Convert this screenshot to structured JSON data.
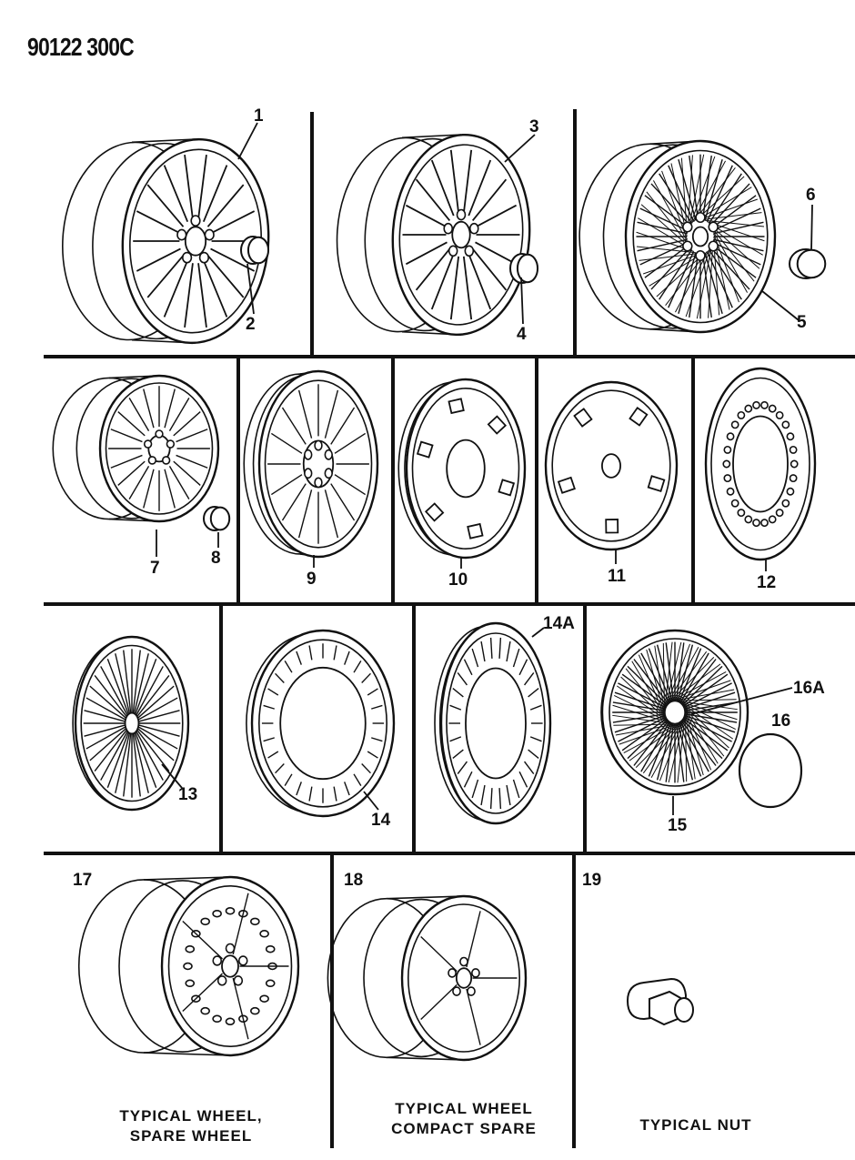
{
  "document_code": "90122 300C",
  "callouts": [
    {
      "id": "c1",
      "label": "1"
    },
    {
      "id": "c2",
      "label": "2"
    },
    {
      "id": "c3",
      "label": "3"
    },
    {
      "id": "c4",
      "label": "4"
    },
    {
      "id": "c5",
      "label": "5"
    },
    {
      "id": "c6",
      "label": "6"
    },
    {
      "id": "c7",
      "label": "7"
    },
    {
      "id": "c8",
      "label": "8"
    },
    {
      "id": "c9",
      "label": "9"
    },
    {
      "id": "c10",
      "label": "10"
    },
    {
      "id": "c11",
      "label": "11"
    },
    {
      "id": "c12",
      "label": "12"
    },
    {
      "id": "c13",
      "label": "13"
    },
    {
      "id": "c14",
      "label": "14"
    },
    {
      "id": "c14a",
      "label": "14A"
    },
    {
      "id": "c15",
      "label": "15"
    },
    {
      "id": "c16",
      "label": "16"
    },
    {
      "id": "c16a",
      "label": "16A"
    },
    {
      "id": "c17",
      "label": "17"
    },
    {
      "id": "c18",
      "label": "18"
    },
    {
      "id": "c19",
      "label": "19"
    }
  ],
  "captions": {
    "spare_wheel": [
      "TYPICAL WHEEL,",
      "SPARE WHEEL"
    ],
    "compact_spare": [
      "TYPICAL WHEEL",
      "COMPACT SPARE"
    ],
    "nut": [
      "TYPICAL NUT"
    ]
  },
  "colors": {
    "ink": "#111111",
    "paper": "#ffffff"
  }
}
